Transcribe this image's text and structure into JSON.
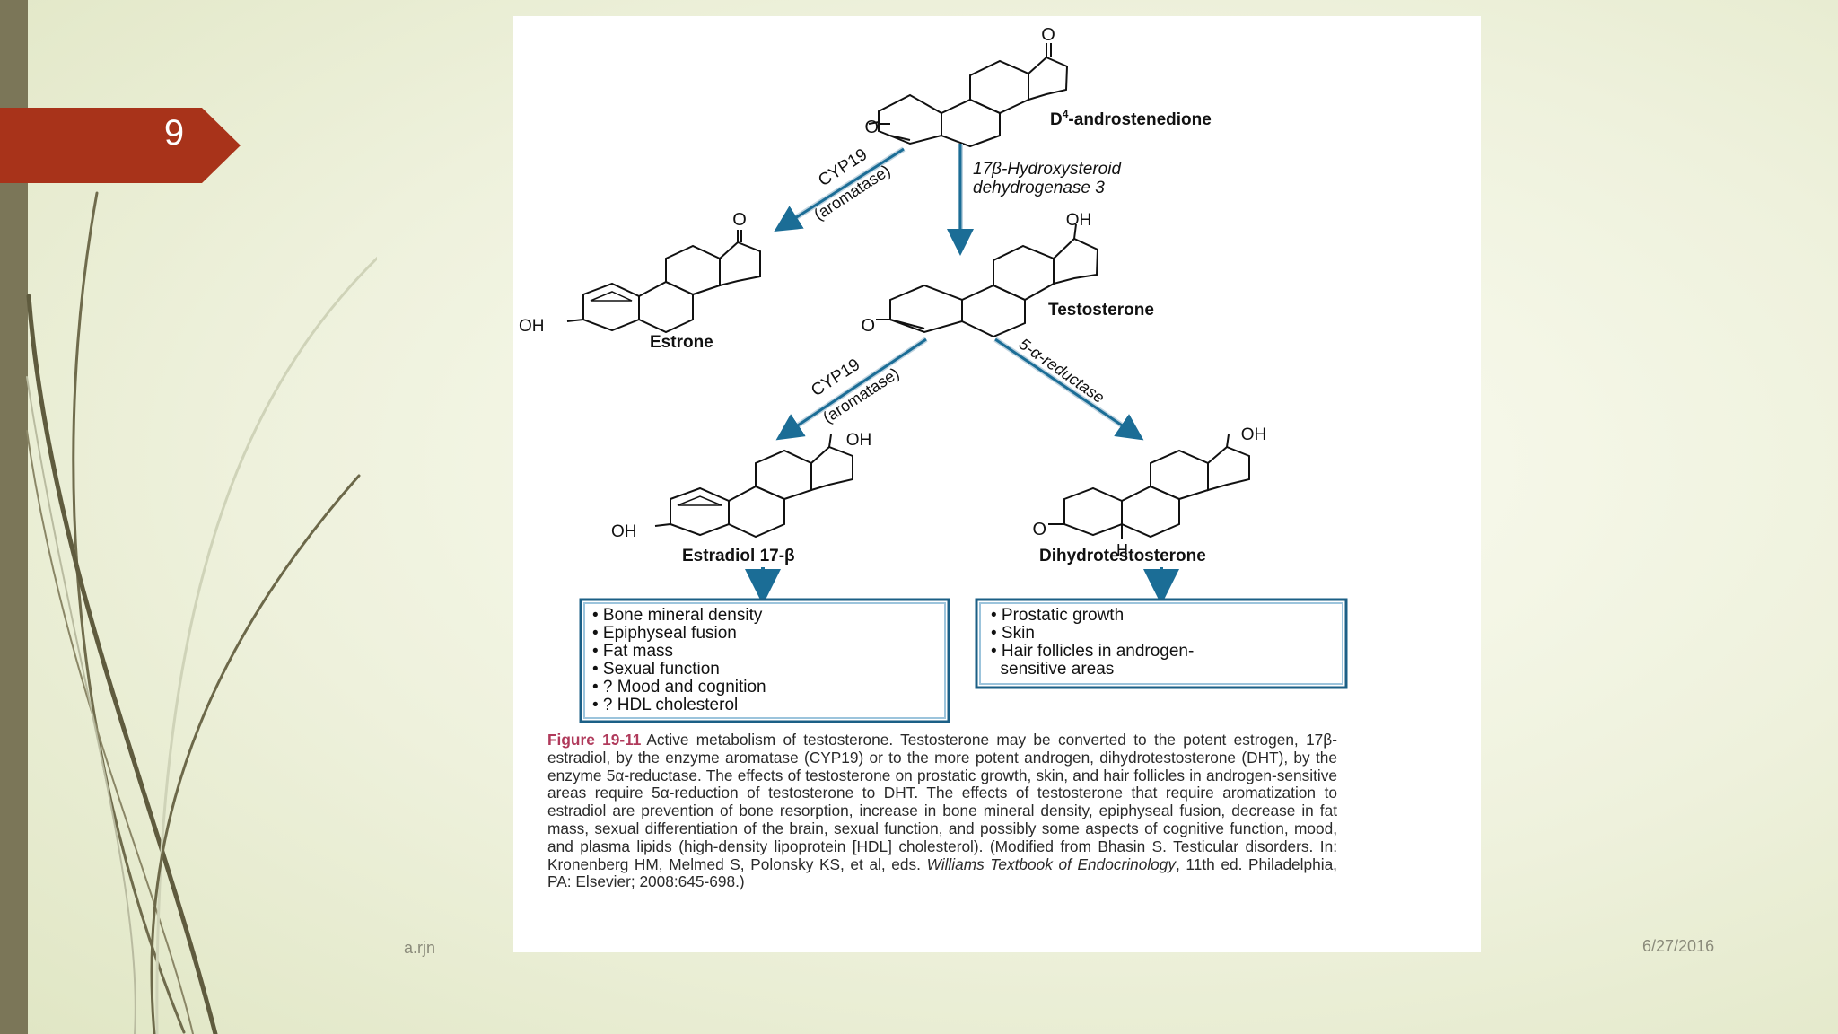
{
  "slide": {
    "number": "9",
    "footer_left": "a.rjn",
    "footer_right": "6/27/2016",
    "colors": {
      "accent": "#a8331a",
      "bar": "#7b7658",
      "arrow": "#1b6d96"
    }
  },
  "diagram": {
    "compounds": {
      "androstenedione": "D4-androstenedione",
      "androstenedione_base": "D",
      "androstenedione_sup": "4",
      "androstenedione_rest": "-androstenedione",
      "estrone": "Estrone",
      "testosterone": "Testosterone",
      "estradiol": "Estradiol 17-β",
      "dht": "Dihydrotestosterone"
    },
    "atoms": {
      "o": "O",
      "oh": "OH",
      "h": "H"
    },
    "enzymes": {
      "aromatase1_line1": "CYP19",
      "aromatase1_line2": "(aromatase)",
      "hsd_line1": "17β-Hydroxysteroid",
      "hsd_line2": "dehydrogenase 3",
      "aromatase2_line1": "CYP19",
      "aromatase2_line2": "(aromatase)",
      "reductase": "5-α-reductase"
    },
    "estradiol_effects": [
      "• Bone mineral density",
      "• Epiphyseal fusion",
      "• Fat mass",
      "• Sexual function",
      "• ? Mood and cognition",
      "• ? HDL cholesterol"
    ],
    "dht_effects": [
      "• Prostatic growth",
      "• Skin",
      "• Hair follicles in androgen-",
      "  sensitive areas"
    ]
  },
  "caption": {
    "label": "Figure 19-11",
    "text_main": "Active metabolism of testosterone. Testosterone may be converted to the potent estrogen, 17β-estradiol, by the enzyme aromatase (CYP19) or to the more potent androgen, dihydrotestosterone (DHT), by the enzyme 5α-reductase. The effects of testosterone on prostatic growth, skin, and hair follicles in androgen-sensitive areas require 5α-reduction of testosterone to DHT. The effects of testosterone that require aromatization to estradiol are prevention of bone resorption, increase in bone mineral density, epiphyseal fusion, decrease in fat mass, sexual differentiation of the brain, sexual function, and possibly some aspects of cognitive function, mood, and plasma lipids (high-density lipoprotein [HDL] cholesterol). (Modified from Bhasin S. Testicular disorders. In: Kronenberg HM, Melmed S, Polonsky KS, et al, eds.",
    "text_italic": "Williams Textbook of Endocrinology",
    "text_end": ", 11th ed. Philadelphia, PA: Elsevier; 2008:645-698.)"
  }
}
